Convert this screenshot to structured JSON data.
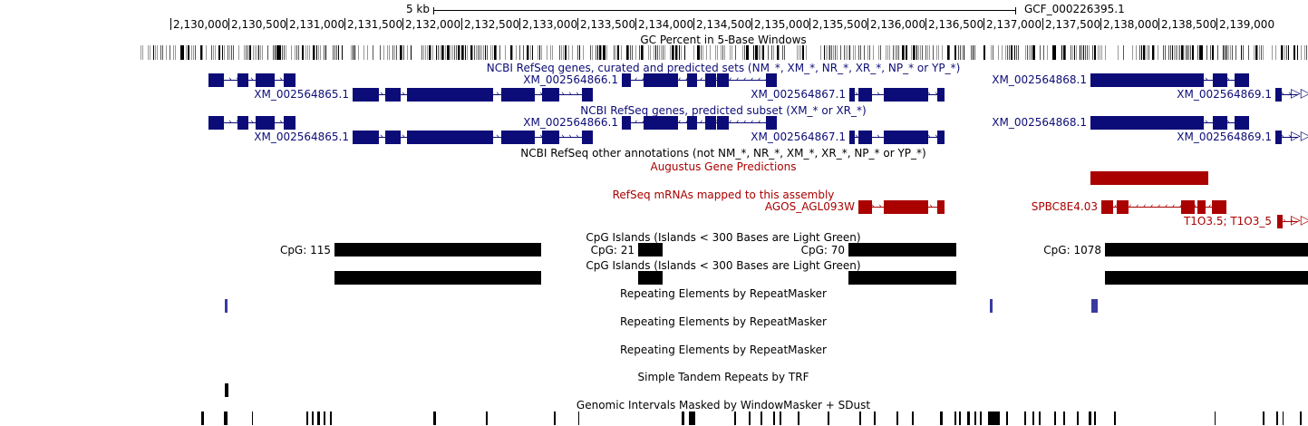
{
  "ruler": {
    "scale_label": "5 kb",
    "assembly_label": "GCF_000226395.1",
    "ticks": [
      "2,130,000",
      "2,130,500",
      "2,131,000",
      "2,131,500",
      "2,132,000",
      "2,132,500",
      "2,133,000",
      "2,133,500",
      "2,134,000",
      "2,134,500",
      "2,135,000",
      "2,135,500",
      "2,136,000",
      "2,136,500",
      "2,137,000",
      "2,137,500",
      "2,138,000",
      "2,138,500",
      "2,139,000"
    ]
  },
  "tracks": {
    "gc_percent": {
      "title": "GC Percent in 5-Base Windows"
    },
    "refseq_all": {
      "title": "NCBI RefSeq genes, curated and predicted sets (NM_*, XM_*, NR_*, XR_*, NP_* or YP_*)",
      "genes": [
        "XM_002564865.1",
        "XM_002564866.1",
        "XM_002564867.1",
        "XM_002564868.1",
        "XM_002564869.1"
      ]
    },
    "refseq_predicted": {
      "title": "NCBI RefSeq genes, predicted subset (XM_* or XR_*)",
      "genes": [
        "XM_002564865.1",
        "XM_002564866.1",
        "XM_002564867.1",
        "XM_002564868.1",
        "XM_002564869.1"
      ]
    },
    "refseq_other": {
      "title": "NCBI RefSeq other annotations (not NM_*, NR_*, XM_*, XR_*, NP_* or YP_*)"
    },
    "augustus": {
      "title": "Augustus Gene Predictions"
    },
    "refseq_mrna": {
      "title": "RefSeq mRNAs mapped to this assembly",
      "items": [
        "AGOS_AGL093W",
        "SPBC8E4.03",
        "T1O3.5; T1O3_5"
      ]
    },
    "cpg1": {
      "title": "CpG Islands (Islands < 300 Bases are Light Green)",
      "labels": [
        "CpG: 115",
        "CpG: 21",
        "CpG: 70",
        "CpG: 1078"
      ]
    },
    "cpg2": {
      "title": "CpG Islands (Islands < 300 Bases are Light Green)"
    },
    "rmsk1": {
      "title": "Repeating Elements by RepeatMasker"
    },
    "rmsk2": {
      "title": "Repeating Elements by RepeatMasker"
    },
    "rmsk3": {
      "title": "Repeating Elements by RepeatMasker"
    },
    "trf": {
      "title": "Simple Tandem Repeats by TRF"
    },
    "windowmasker": {
      "title": "Genomic Intervals Masked by WindowMasker + SDust"
    }
  },
  "colors": {
    "navy": "#0c0c78",
    "red": "#aa0000",
    "black": "#000000",
    "repeat_blue": "#3a3aa0"
  }
}
